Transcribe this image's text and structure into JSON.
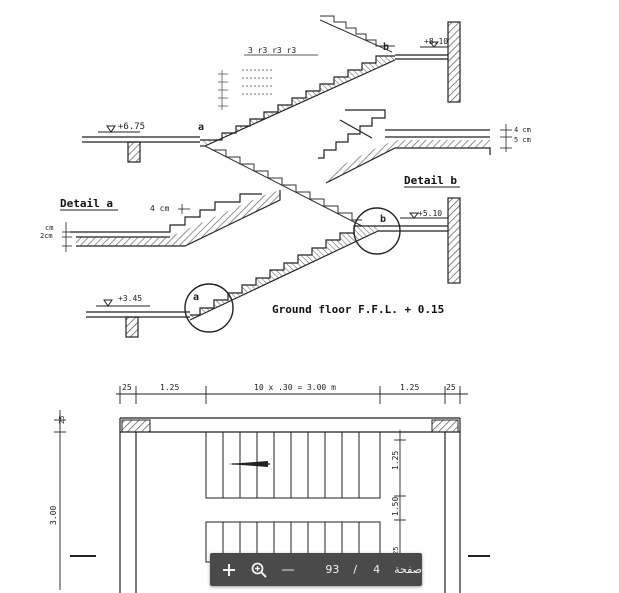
{
  "drawing": {
    "labels": {
      "level_675": "+6.75",
      "level_810": "+8.10",
      "level_510": "+5.10",
      "level_345": "+3.45",
      "point_a_top": "a",
      "point_b_top": "b",
      "point_a_bottom": "a",
      "point_b_bottom": "b",
      "detail_a": "Detail a",
      "detail_b": "Detail b",
      "detail_a_dim": "4 cm",
      "detail_b_dim_1": "4 cm",
      "detail_b_dim_2": "5 cm",
      "detail_a_left_dim_1": "cm",
      "detail_a_left_dim_2": "2cm",
      "ground_floor": "Ground floor F.F.L. + 0.15",
      "riser_dims": "3 r3 r3 r3",
      "plan_dim_left": "1.25",
      "plan_dim_mid": "10 x .30 = 3.00 m",
      "plan_dim_right": "1.25",
      "plan_dim_edge_left": "25",
      "plan_dim_edge_right": "25",
      "plan_side_dim": "3.00",
      "plan_right_dim_1": "1.25",
      "plan_right_dim_2": "1.50",
      "plan_right_dim_3": "25",
      "plan_top_left_dim": "25"
    }
  },
  "toolbar": {
    "zoom_in_icon": "plus-icon",
    "magnify_icon": "magnifier-plus-icon",
    "zoom_out_icon": "minus-icon",
    "total_pages": "93",
    "separator": "/",
    "current_page": "4",
    "page_label": "صفحة"
  }
}
